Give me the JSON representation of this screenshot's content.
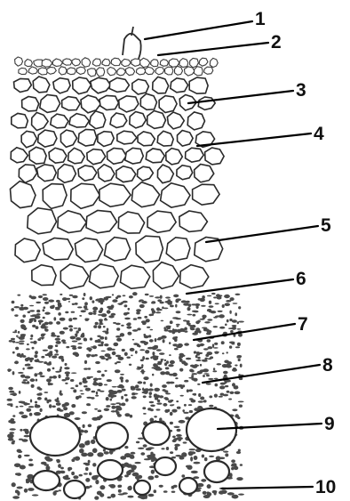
{
  "diagram": {
    "labels": [
      {
        "id": "1",
        "text": "1"
      },
      {
        "id": "2",
        "text": "2"
      },
      {
        "id": "3",
        "text": "3"
      },
      {
        "id": "4",
        "text": "4"
      },
      {
        "id": "5",
        "text": "5"
      },
      {
        "id": "6",
        "text": "6"
      },
      {
        "id": "7",
        "text": "7"
      },
      {
        "id": "8",
        "text": "8"
      },
      {
        "id": "9",
        "text": "9"
      },
      {
        "id": "10",
        "text": "10"
      }
    ],
    "colors": {
      "ink": "#2a2a2a",
      "paper": "#ffffff",
      "label": "#111111"
    }
  }
}
